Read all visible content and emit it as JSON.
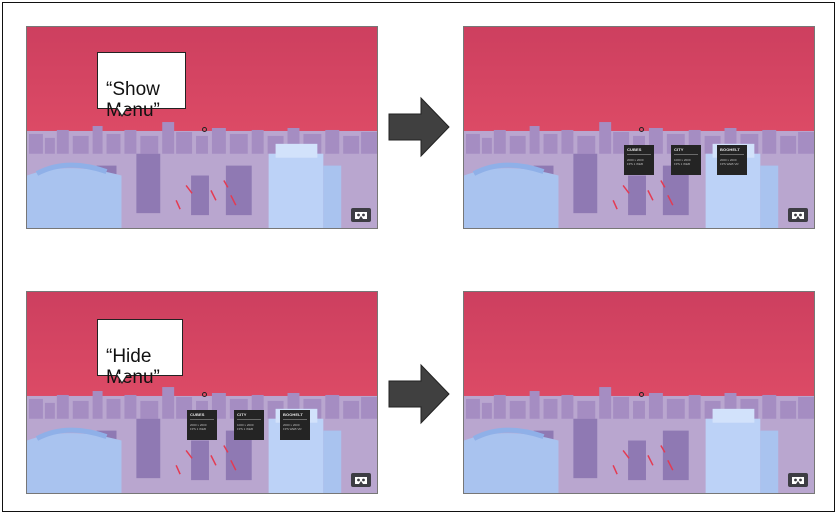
{
  "bubbles": {
    "show": "“Show\nMenu”",
    "hide": "“Hide\nMenu”"
  },
  "menu": {
    "cards": [
      {
        "title": "CUBES",
        "line1": "2000 x 2000",
        "line2": "FPS 1 WEB"
      },
      {
        "title": "CITY",
        "line1": "1000 x 2000",
        "line2": "FPS 1 WEB"
      },
      {
        "title": "BOOHELT",
        "line1": "2000 x 2000",
        "line2": "FPS WEB VR"
      }
    ]
  },
  "colors": {
    "sky": "#cd3f5f",
    "arrow": "#404040",
    "card": "#242424"
  },
  "icons": {
    "vr": "cardboard-vr-icon",
    "arrow": "right-arrow-icon",
    "reticle": "gaze-reticle-icon"
  }
}
